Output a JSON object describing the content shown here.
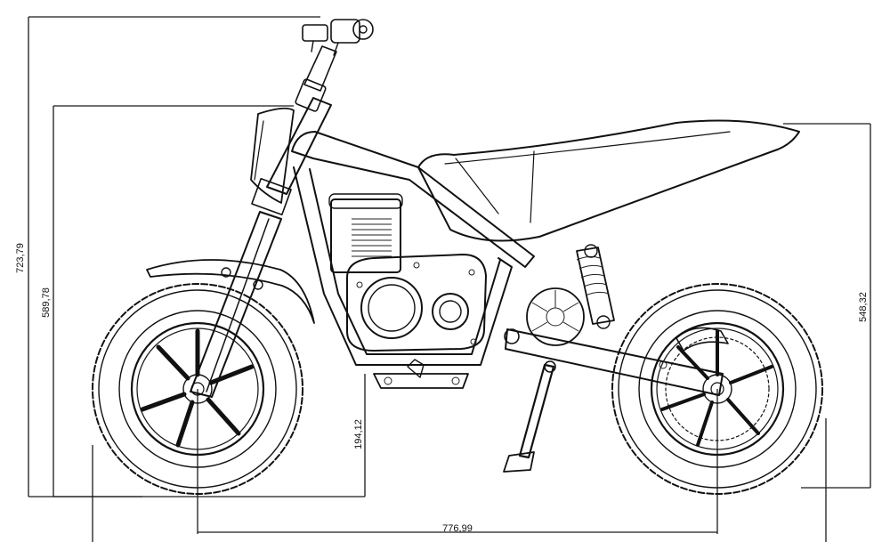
{
  "drawing": {
    "subject": "motorcycle-side-elevation",
    "line_color": "#111111",
    "background": "#ffffff"
  },
  "dimensions": {
    "overall_height": "723,79",
    "handlebar_height": "589,78",
    "seat_height": "548,32",
    "ground_clearance": "194,12",
    "wheelbase": "776,99"
  }
}
